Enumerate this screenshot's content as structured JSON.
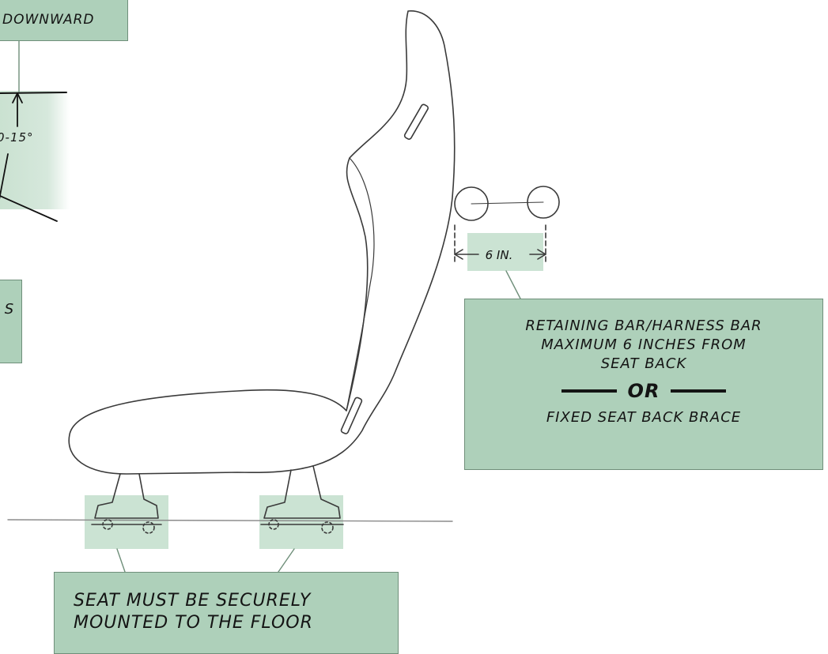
{
  "callouts": {
    "downward": "DOWNWARD",
    "angle": "0-15°",
    "left_partial": "S",
    "retaining": {
      "line1": "RETAINING BAR/HARNESS BAR",
      "line2": "MAXIMUM 6 INCHES FROM",
      "line3": "SEAT BACK",
      "or": "OR",
      "line4": "FIXED SEAT BACK BRACE"
    },
    "floor": {
      "line1": "SEAT MUST BE SECURELY",
      "line2": "MOUNTED TO THE FLOOR"
    }
  },
  "dimension": {
    "label": "6 IN."
  },
  "colors": {
    "callout_fill": "#aed0ba",
    "pencil": "#3a3a3a"
  }
}
